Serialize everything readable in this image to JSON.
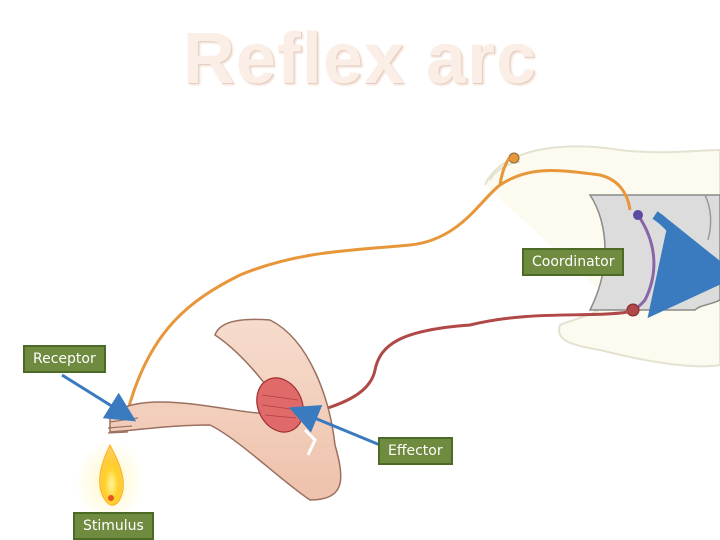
{
  "title": "Reflex arc",
  "labels": {
    "coordinator": "Coordinator",
    "receptor": "Receptor",
    "effector": "Effector",
    "stimulus": "Stimulus"
  },
  "colors": {
    "sensory_neuron": "#e8963a",
    "motor_neuron": "#b04848",
    "relay_neuron": "#8866aa",
    "arrow": "#3a7bc0",
    "label_fill": "#6e8b3f",
    "label_border": "#4a6a25",
    "title": "#fbeee6"
  },
  "icons": [
    "spinal-cord-icon",
    "arm-icon",
    "flame-icon",
    "muscle-icon"
  ]
}
